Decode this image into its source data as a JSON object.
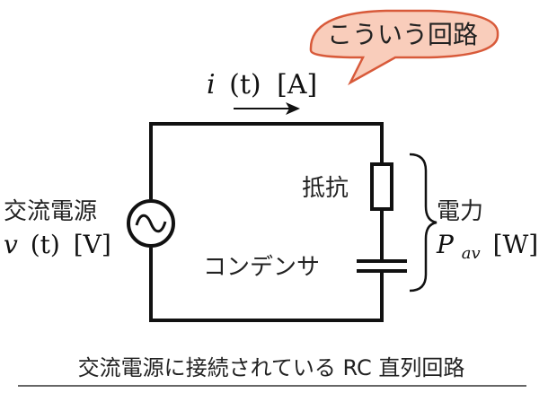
{
  "callout": {
    "text": "こういう回路"
  },
  "current_label": {
    "var": "i",
    "arg": "(t)",
    "unit": "[A]"
  },
  "source": {
    "label": "交流電源",
    "var": "v",
    "arg": "(t)",
    "unit": "[V]"
  },
  "resistor": {
    "label": "抵抗"
  },
  "capacitor": {
    "label": "コンデンサ"
  },
  "power": {
    "label": "電力",
    "var": "P",
    "sub": "av",
    "unit": "[W]"
  },
  "caption": {
    "text": "交流電源に接続されている RC 直列回路"
  },
  "colors": {
    "callout_fill": "#f9cdbb",
    "callout_stroke": "#d85a3a",
    "wire": "#111111",
    "text": "#222222"
  }
}
